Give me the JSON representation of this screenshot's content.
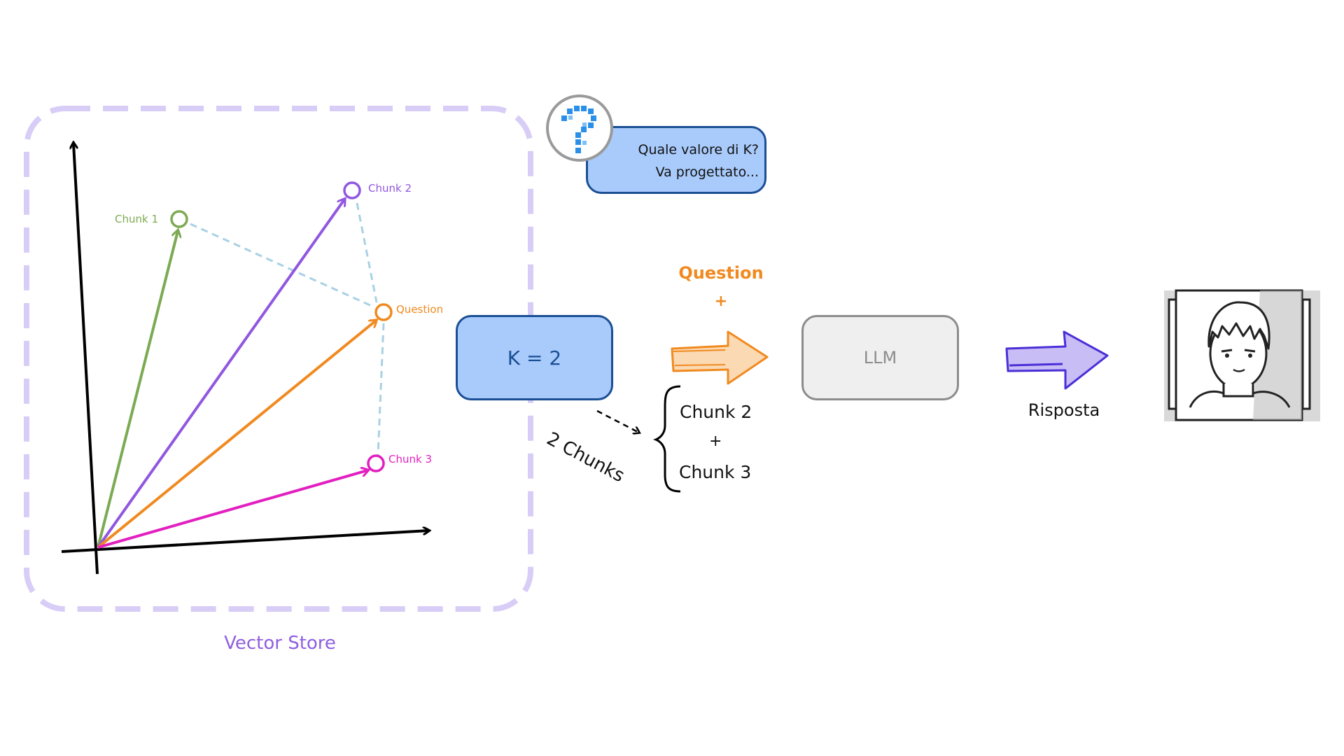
{
  "vector_store": {
    "label": "Vector Store",
    "points": [
      {
        "label": "Chunk 1",
        "color": "#7caa52"
      },
      {
        "label": "Chunk 2",
        "color": "#9157e0"
      },
      {
        "label": "Question",
        "color": "#f08a20"
      },
      {
        "label": "Chunk 3",
        "color": "#e21fbf"
      }
    ]
  },
  "question_bubble": {
    "line1": "Quale valore di K?",
    "line2": "Va progettato..."
  },
  "k_box": {
    "label": "K = 2"
  },
  "flow": {
    "two_chunks": "2 Chunks",
    "question": "Question",
    "plus": "+",
    "chunk_a": "Chunk 2",
    "chunk_plus": "+",
    "chunk_b": "Chunk 3",
    "llm": "LLM",
    "answer": "Risposta"
  },
  "colors": {
    "purple_dash": "#d8cdf7",
    "blue_fill": "#a9cbfb",
    "blue_border": "#1a4f94",
    "orange": "#f08a20",
    "purple_arrow": "#4a2fd6"
  }
}
